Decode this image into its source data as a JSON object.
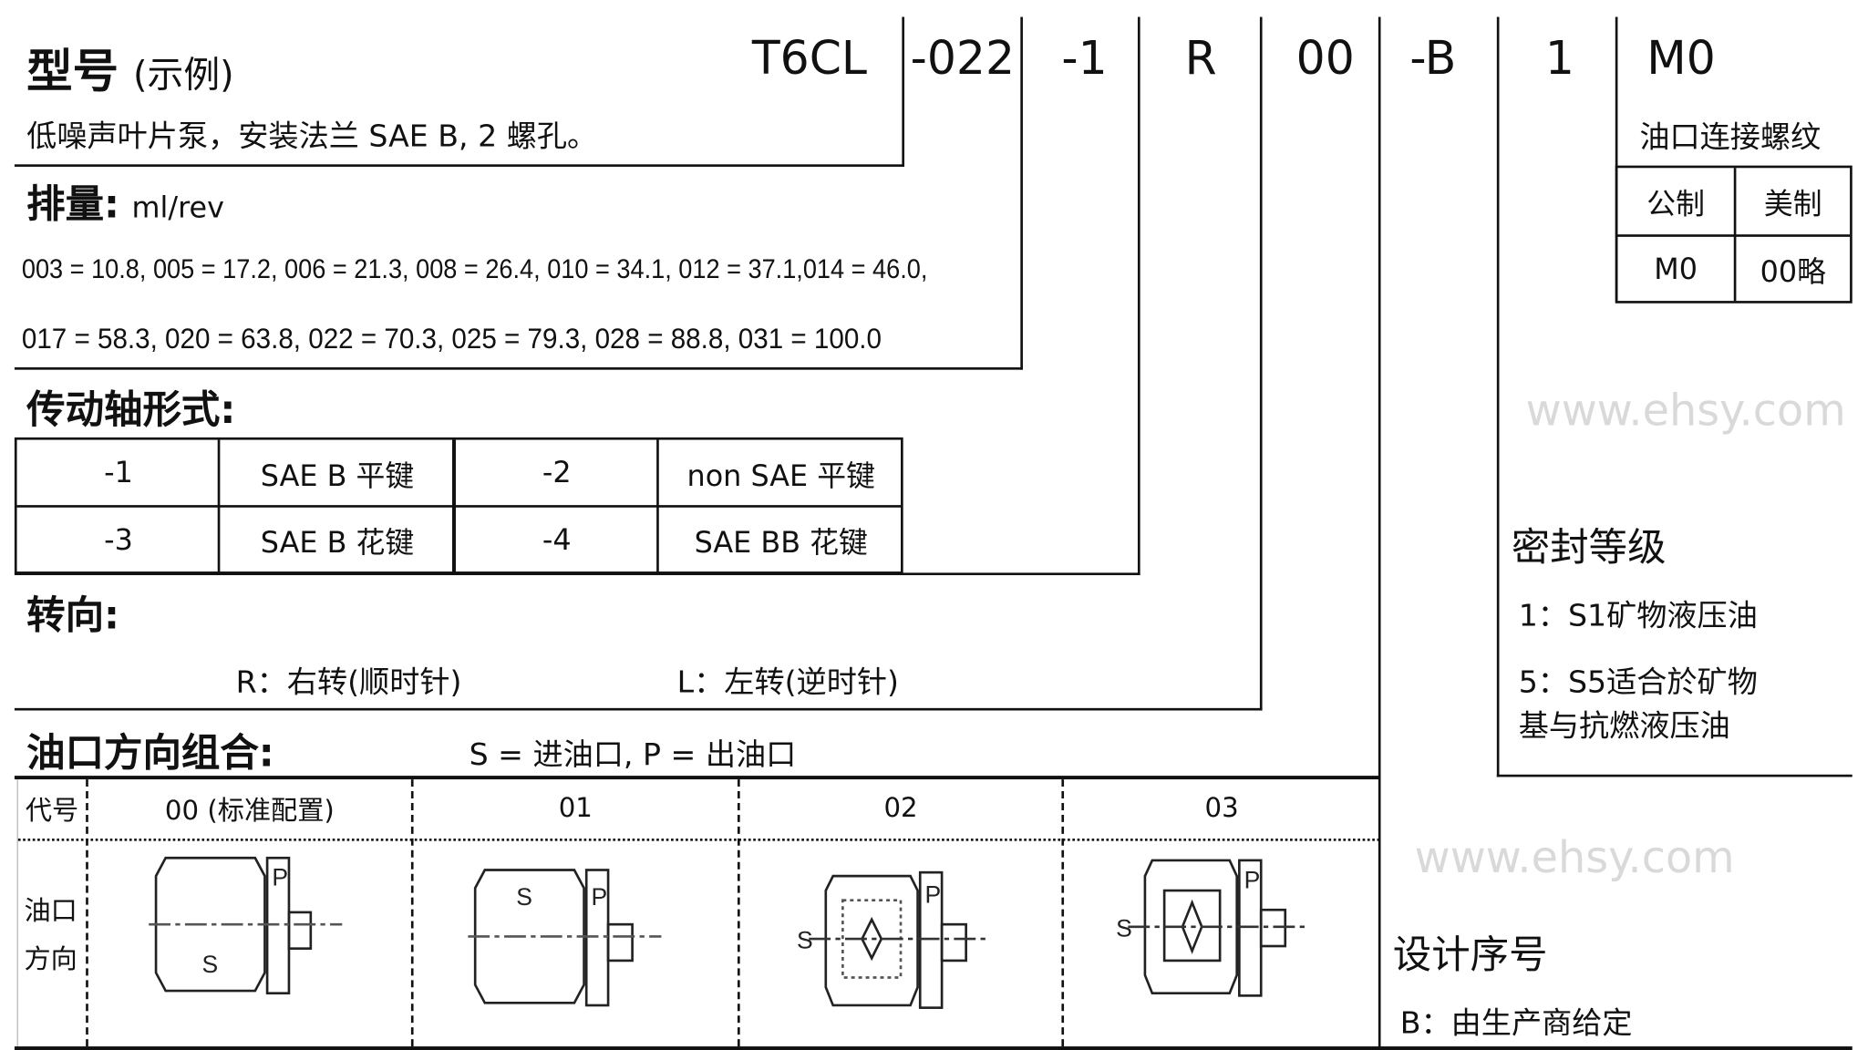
{
  "header": {
    "title": "型号",
    "title_note": "(示例)",
    "description": "低噪声叶片泵，安装法兰 SAE B, 2 螺孔。",
    "codes": [
      "T6CL",
      "-022",
      "-1",
      "R",
      "00",
      "-B",
      "1",
      "M0"
    ]
  },
  "displacement": {
    "label": "排量:",
    "unit": "ml/rev",
    "line1": "003 = 10.8, 005 = 17.2, 006 = 21.3, 008 = 26.4, 010 = 34.1, 012 = 37.1,014 = 46.0,",
    "line2": "017 = 58.3, 020 = 63.8, 022 = 70.3, 025 = 79.3, 028 = 88.8, 031 = 100.0"
  },
  "shaft": {
    "label": "传动轴形式:",
    "rows": [
      [
        "-1",
        "SAE B 平键",
        "-2",
        "non SAE 平键"
      ],
      [
        "-3",
        "SAE B 花键",
        "-4",
        "SAE BB 花键"
      ]
    ]
  },
  "rotation": {
    "label": "转向:",
    "right": "R：右转(顺时针)",
    "left": "L：左转(逆时针)"
  },
  "ports": {
    "label": "油口方向组合:",
    "legend": "S = 进油口, P = 出油口",
    "code_header": "代号",
    "row_header": "油口方向",
    "columns": [
      "00 (标准配置)",
      "01",
      "02",
      "03"
    ],
    "s_label": "S",
    "p_label": "P"
  },
  "thread": {
    "label": "油口连接螺纹",
    "headers": [
      "公制",
      "美制"
    ],
    "values": [
      "M0",
      "00略"
    ]
  },
  "seal": {
    "label": "密封等级",
    "item1": "1：S1矿物液压油",
    "item5_line1": "5：S5适合於矿物",
    "item5_line2": "基与抗燃液压油"
  },
  "design": {
    "label": "设计序号",
    "item": "B：由生产商给定"
  },
  "watermark": "www.ehsy.com"
}
